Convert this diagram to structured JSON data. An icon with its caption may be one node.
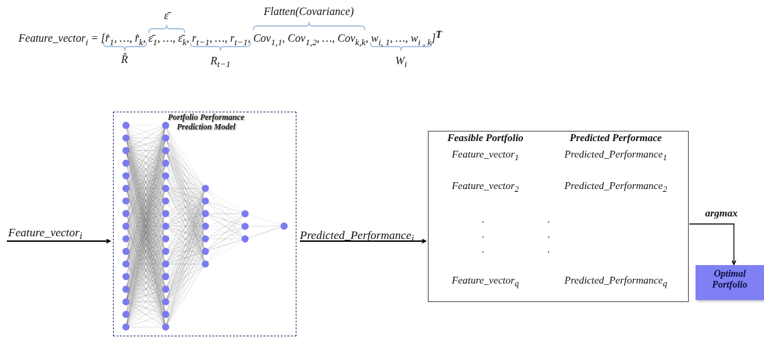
{
  "diagram": {
    "nodes": [
      {
        "text": [
          "Portfolio Performance Prediction Model"
        ]
      },
      {
        "text": [],
        "shape": "box"
      },
      {
        "text": [
          "Optimal Portfolio"
        ]
      }
    ],
    "edges": [
      {
        "from": null,
        "to": 0,
        "arrow": "to",
        "label": "Feature_vector$_{i}$"
      },
      {
        "from": 0,
        "to": 1,
        "arrow": "to",
        "label": "Predicted_Performance$_{i}$"
      },
      {
        "from": 1,
        "to": 2,
        "arrow": "to",
        "label": "argmax"
      }
    ],
    "labels": [
      "Feature_vector$_{i}$ = [r̂$_{1}$, …, r̂$_{k}$, ε̄$_{1}$, …, ε̄$_{k}$, r$_{t−1}$, …, r$_{t−1}$, Cov$_{1,1}$, Cov$_{1,2}$, …, Cov$_{k,k}$, w$_{i, 1}$, …, w$_{i , k}$]$^{T}$",
      "ε̄",
      "Flatten(Covariance)",
      "R̂",
      "R$_{t−1}$",
      "W$_{i}$",
      "Feasible Portfolio",
      "Predicted Performace",
      "Feature_vector$_{1}$",
      "Predicted_Performance$_{1}$",
      "Feature_vector$_{2}$",
      "Predicted_Performance$_{2}$",
      ". . .",
      ". . .",
      "Feature_vector$_{q}$",
      "Predicted_Performance$_{q}$"
    ]
  }
}
